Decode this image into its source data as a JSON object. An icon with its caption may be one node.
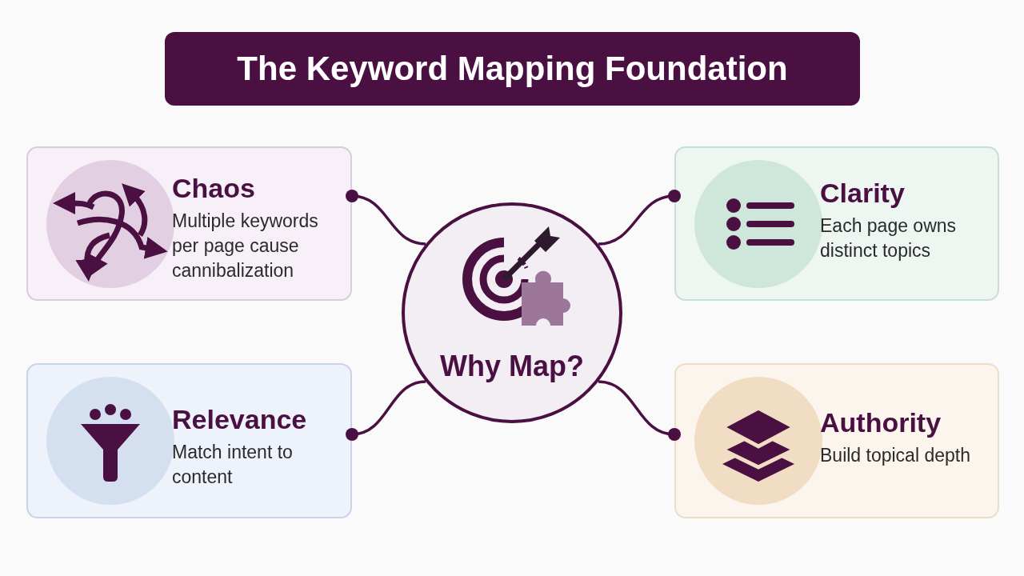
{
  "diagram": {
    "title": "The Keyword Mapping Foundation",
    "nodes": [
      {
        "text": [
          "Chaos",
          "Multiple keywords per page cause cannibalization"
        ]
      },
      {
        "text": [
          "Clarity",
          "Each page owns distinct topics"
        ]
      },
      {
        "text": [
          "Why Map?"
        ]
      },
      {
        "text": [
          "Relevance",
          "Match intent to content"
        ]
      },
      {
        "text": [
          "Authority",
          "Build topical depth"
        ]
      }
    ],
    "edges": [
      {
        "from": 2,
        "to": 0,
        "arrow": "other"
      },
      {
        "from": 2,
        "to": 1,
        "arrow": "other"
      },
      {
        "from": 2,
        "to": 3,
        "arrow": "other"
      },
      {
        "from": 2,
        "to": 4,
        "arrow": "other"
      }
    ]
  }
}
